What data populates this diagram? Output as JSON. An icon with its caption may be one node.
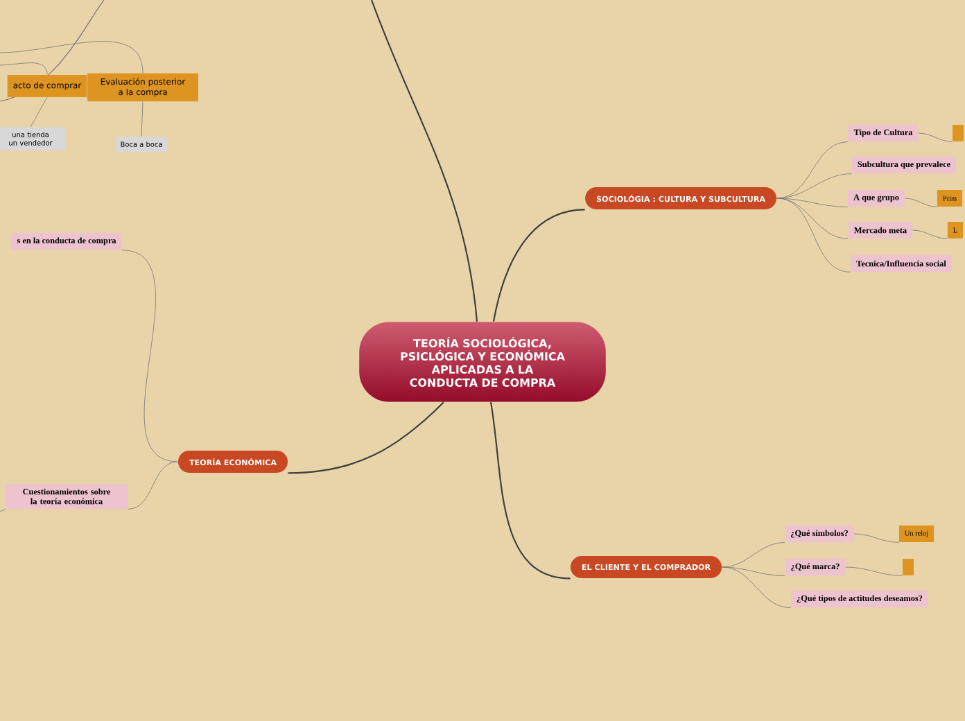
{
  "diagram": {
    "nodes": [
      {
        "text": [
          "TEORÍA SOCIOLÓGICA, PSICLÓGICA Y ECONÓMICA APLICADAS A LA CONDUCTA DE COMPRA"
        ]
      },
      {
        "text": [
          "SOCIOLÓGIA : CULTURA Y SUBCULTURA"
        ]
      },
      {
        "text": [
          "Tipo de Cultura"
        ]
      },
      {
        "text": [],
        "shape": "box"
      },
      {
        "text": [
          "Subcultura que prevalece"
        ]
      },
      {
        "text": [
          "A que grupo"
        ]
      },
      {
        "text": [
          "Prim"
        ]
      },
      {
        "text": [
          "Mercado meta"
        ]
      },
      {
        "text": [
          "L"
        ]
      },
      {
        "text": [
          "Tecnica/Influencia social"
        ]
      },
      {
        "text": [
          "EL CLIENTE Y EL COMPRADOR"
        ]
      },
      {
        "text": [
          "¿Qué símbolos?"
        ]
      },
      {
        "text": [
          "Un reloj"
        ]
      },
      {
        "text": [
          "¿Qué marca?"
        ]
      },
      {
        "text": [],
        "shape": "box"
      },
      {
        "text": [
          "¿Qué tipos de actitudes deseamos?"
        ]
      },
      {
        "text": [
          "TEORÍA ECONÓMICA"
        ]
      },
      {
        "text": [
          "s en la conducta de compra"
        ]
      },
      {
        "text": [
          "Cuestionamientos sobre la teoría económica"
        ]
      },
      {
        "text": [
          "acto de comprar"
        ]
      },
      {
        "text": [
          "Evaluación posterior a la compra"
        ]
      },
      {
        "text": [
          "una tienda un vendedor"
        ]
      },
      {
        "text": [
          "Boca a boca"
        ]
      }
    ],
    "edges": [
      {
        "from": 0,
        "to": 1,
        "arrow": "none"
      },
      {
        "from": 1,
        "to": 2,
        "arrow": "none"
      },
      {
        "from": 2,
        "to": 3,
        "arrow": "none"
      },
      {
        "from": 1,
        "to": 4,
        "arrow": "none"
      },
      {
        "from": 1,
        "to": 5,
        "arrow": "none"
      },
      {
        "from": 5,
        "to": 6,
        "arrow": "none"
      },
      {
        "from": 1,
        "to": 7,
        "arrow": "none"
      },
      {
        "from": 7,
        "to": 8,
        "arrow": "none"
      },
      {
        "from": 1,
        "to": 9,
        "arrow": "none"
      },
      {
        "from": 0,
        "to": 10,
        "arrow": "none"
      },
      {
        "from": 10,
        "to": 11,
        "arrow": "none"
      },
      {
        "from": 11,
        "to": 12,
        "arrow": "none"
      },
      {
        "from": 10,
        "to": 13,
        "arrow": "none"
      },
      {
        "from": 13,
        "to": 14,
        "arrow": "none"
      },
      {
        "from": 10,
        "to": 15,
        "arrow": "none"
      },
      {
        "from": 0,
        "to": 16,
        "arrow": "none"
      },
      {
        "from": 16,
        "to": 17,
        "arrow": "none"
      },
      {
        "from": 16,
        "to": 18,
        "arrow": "none"
      },
      {
        "from": 18,
        "to": null,
        "arrow": "none"
      },
      {
        "from": 0,
        "to": null,
        "arrow": "none"
      },
      {
        "from": null,
        "to": 19,
        "arrow": "none"
      },
      {
        "from": null,
        "to": 20,
        "arrow": "none"
      },
      {
        "from": 19,
        "to": 21,
        "arrow": "none"
      },
      {
        "from": 20,
        "to": 22,
        "arrow": "none"
      }
    ]
  }
}
